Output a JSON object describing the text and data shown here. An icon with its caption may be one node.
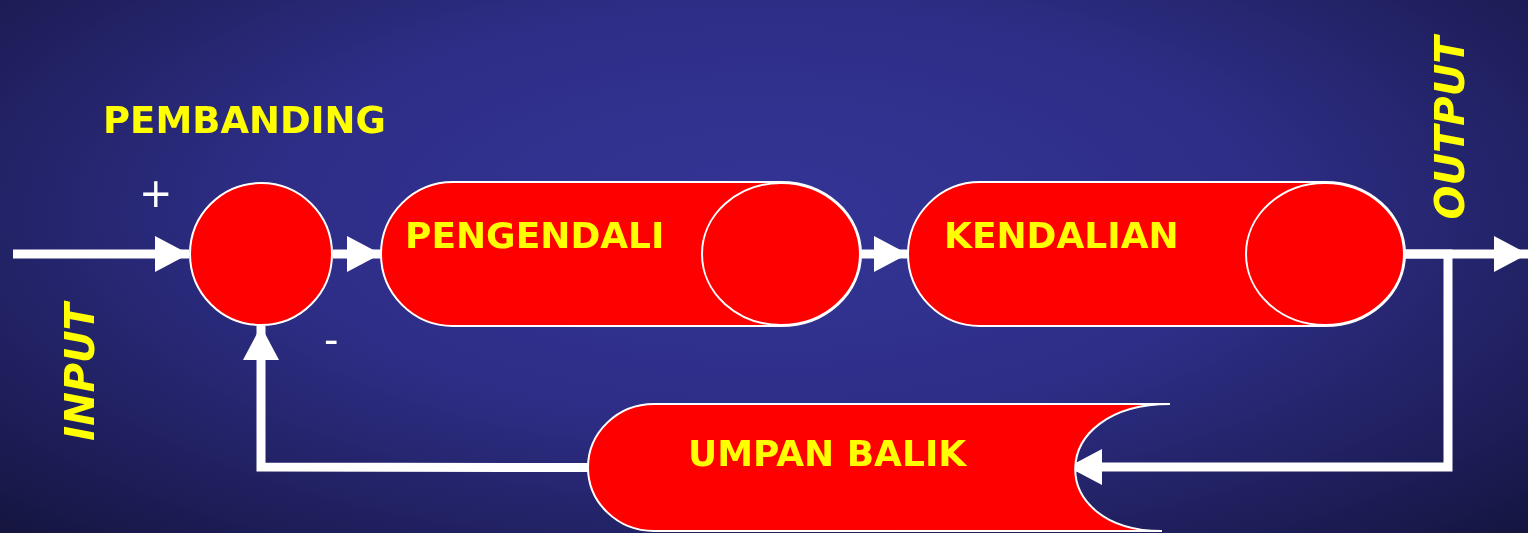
{
  "diagram": {
    "nodes": [
      {
        "text": [],
        "shape": "circle",
        "beside": [
          "PEMBANDING"
        ]
      },
      {
        "text": [
          "PENGENDALI"
        ]
      },
      {
        "text": [
          "KENDALIAN"
        ]
      },
      {
        "text": [
          "UMPAN BALIK"
        ]
      }
    ],
    "edges": [
      {
        "from": null,
        "to": 0,
        "arrow": "to"
      },
      {
        "from": 0,
        "to": 1,
        "arrow": "to"
      },
      {
        "from": 1,
        "to": 2,
        "arrow": "to"
      },
      {
        "from": 2,
        "to": null,
        "arrow": "to"
      },
      {
        "from": 2,
        "to": 3,
        "arrow": "to"
      },
      {
        "from": 3,
        "to": 0,
        "arrow": "to"
      }
    ],
    "labels": [
      "+",
      "-",
      "INPUT",
      "OUTPUT"
    ]
  }
}
